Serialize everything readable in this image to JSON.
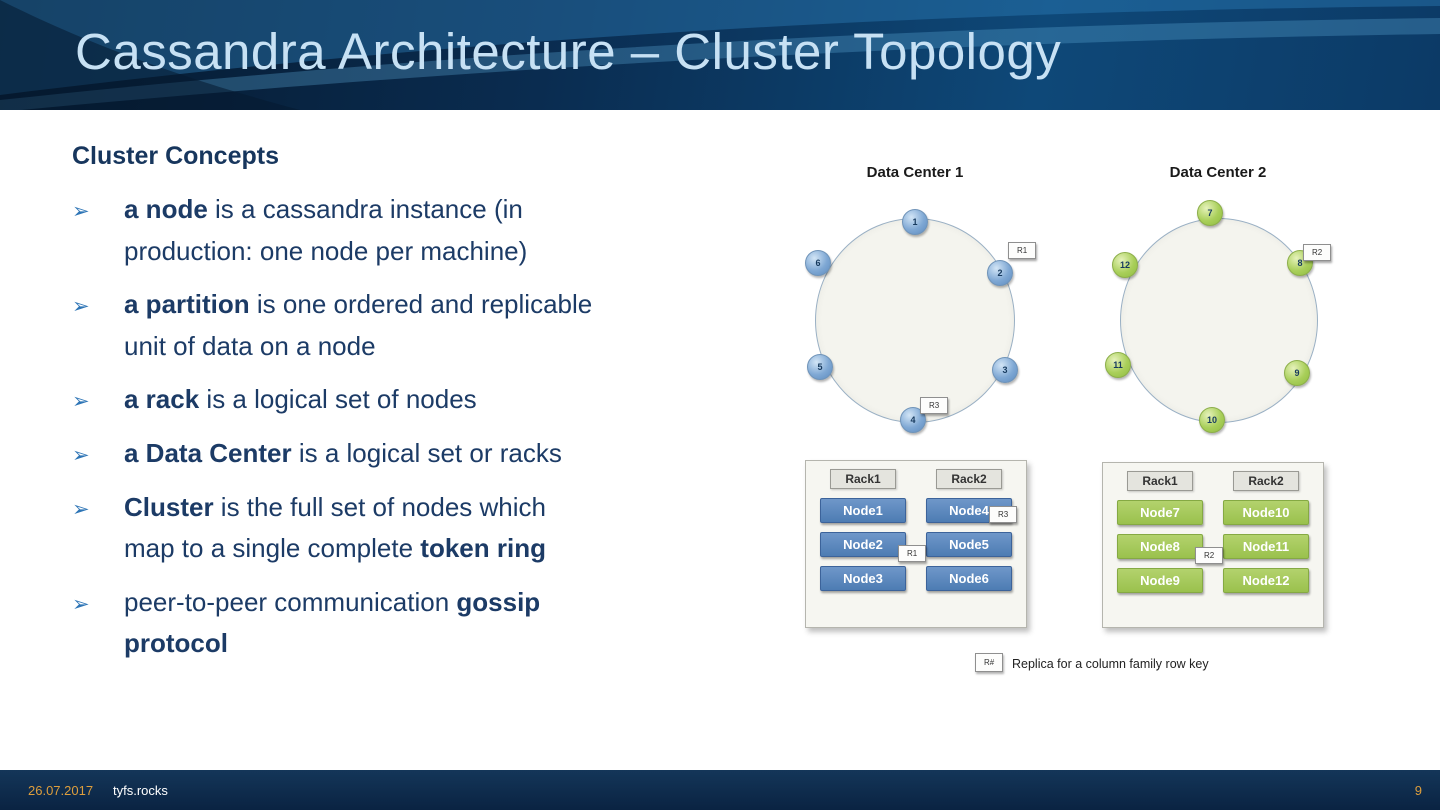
{
  "header": {
    "title": "Cassandra Architecture – Cluster Topology"
  },
  "content": {
    "heading": "Cluster Concepts",
    "bullets": [
      {
        "lead_bold": "a node",
        "line1_rest": " is a cassandra instance (in",
        "line2": "production: one node per machine)"
      },
      {
        "lead_bold": "a partition",
        "line1_rest": " is one ordered and replicable",
        "line2": "unit of data on a node"
      },
      {
        "lead_bold": "a rack",
        "line1_rest": " is a logical set of nodes"
      },
      {
        "lead_bold": "a Data Center",
        "line1_rest": " is a logical set or racks"
      },
      {
        "lead_bold": "Cluster",
        "line1_rest": " is the full set of nodes which",
        "line2": "map to a single complete ",
        "line2_bold": "token ring"
      },
      {
        "line1_plain": "peer-to-peer communication ",
        "line1_bold": "gossip",
        "line2_bold": "protocol"
      }
    ]
  },
  "diagram": {
    "dc1": {
      "title": "Data Center 1",
      "nodes": [
        "1",
        "2",
        "3",
        "4",
        "5",
        "6"
      ],
      "replica_top": "R1",
      "replica_bottom": "R3"
    },
    "dc2": {
      "title": "Data Center 2",
      "nodes": [
        "7",
        "8",
        "9",
        "10",
        "11",
        "12"
      ],
      "replica_top": "R2"
    },
    "rackpanel1": {
      "rack1_label": "Rack1",
      "rack2_label": "Rack2",
      "rack1_nodes": [
        "Node1",
        "Node2",
        "Node3"
      ],
      "rack2_nodes": [
        "Node4",
        "Node5",
        "Node6"
      ],
      "replica_a": "R3",
      "replica_b": "R1"
    },
    "rackpanel2": {
      "rack1_label": "Rack1",
      "rack2_label": "Rack2",
      "rack1_nodes": [
        "Node7",
        "Node8",
        "Node9"
      ],
      "rack2_nodes": [
        "Node10",
        "Node11",
        "Node12"
      ],
      "replica_b": "R2"
    },
    "legend": {
      "badge": "R#",
      "text": "Replica for a column family row key"
    }
  },
  "footer": {
    "date": "26.07.2017",
    "site": "tyfs.rocks",
    "page": "9"
  }
}
